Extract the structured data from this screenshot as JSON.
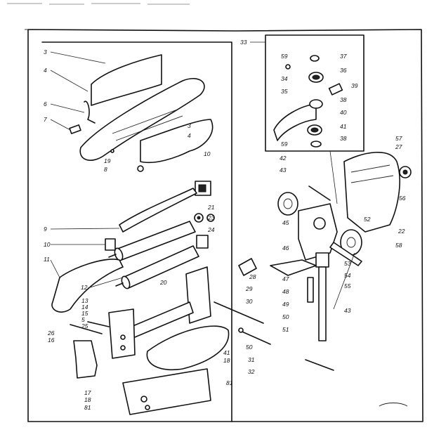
{
  "header_text": "",
  "callouts": [
    {
      "id": "c3a",
      "text": "3"
    },
    {
      "id": "c4a",
      "text": "4"
    },
    {
      "id": "c6",
      "text": "6"
    },
    {
      "id": "c7",
      "text": "7"
    },
    {
      "id": "c3b",
      "text": "3"
    },
    {
      "id": "c4b",
      "text": "4"
    },
    {
      "id": "c19",
      "text": "19"
    },
    {
      "id": "c8",
      "text": "8"
    },
    {
      "id": "c10a",
      "text": "10"
    },
    {
      "id": "c21",
      "text": "21"
    },
    {
      "id": "c23",
      "text": "23"
    },
    {
      "id": "c24",
      "text": "24"
    },
    {
      "id": "c9",
      "text": "9"
    },
    {
      "id": "c10b",
      "text": "10"
    },
    {
      "id": "c11",
      "text": "11"
    },
    {
      "id": "c12",
      "text": "12"
    },
    {
      "id": "c20",
      "text": "20"
    },
    {
      "id": "c13",
      "text": "13"
    },
    {
      "id": "c14",
      "text": "14"
    },
    {
      "id": "c15",
      "text": "15"
    },
    {
      "id": "c5",
      "text": "5"
    },
    {
      "id": "c25",
      "text": "25"
    },
    {
      "id": "c26",
      "text": "26"
    },
    {
      "id": "c16",
      "text": "16"
    },
    {
      "id": "c41",
      "text": "41"
    },
    {
      "id": "c18a",
      "text": "18"
    },
    {
      "id": "c81a",
      "text": "81"
    },
    {
      "id": "c17",
      "text": "17"
    },
    {
      "id": "c18b",
      "text": "18"
    },
    {
      "id": "c81b",
      "text": "81"
    },
    {
      "id": "c33",
      "text": "33"
    },
    {
      "id": "c59a",
      "text": "59"
    },
    {
      "id": "c37",
      "text": "37"
    },
    {
      "id": "c34",
      "text": "34"
    },
    {
      "id": "c36",
      "text": "36"
    },
    {
      "id": "c35",
      "text": "35"
    },
    {
      "id": "c39",
      "text": "39"
    },
    {
      "id": "c38a",
      "text": "38"
    },
    {
      "id": "c40",
      "text": "40"
    },
    {
      "id": "c41b",
      "text": "41"
    },
    {
      "id": "c59b",
      "text": "59"
    },
    {
      "id": "c38b",
      "text": "38"
    },
    {
      "id": "c42",
      "text": "42"
    },
    {
      "id": "c43a",
      "text": "43"
    },
    {
      "id": "c57",
      "text": "57"
    },
    {
      "id": "c27",
      "text": "27"
    },
    {
      "id": "c56",
      "text": "56"
    },
    {
      "id": "c22",
      "text": "22"
    },
    {
      "id": "c58",
      "text": "58"
    },
    {
      "id": "c45",
      "text": "45"
    },
    {
      "id": "c46",
      "text": "46"
    },
    {
      "id": "c52",
      "text": "52"
    },
    {
      "id": "c28",
      "text": "28"
    },
    {
      "id": "c53",
      "text": "53"
    },
    {
      "id": "c54",
      "text": "54"
    },
    {
      "id": "c55",
      "text": "55"
    },
    {
      "id": "c47",
      "text": "47"
    },
    {
      "id": "c48",
      "text": "48"
    },
    {
      "id": "c49",
      "text": "49"
    },
    {
      "id": "c29",
      "text": "29"
    },
    {
      "id": "c30",
      "text": "30"
    },
    {
      "id": "c50a",
      "text": "50"
    },
    {
      "id": "c50b",
      "text": "50"
    },
    {
      "id": "c51",
      "text": "51"
    },
    {
      "id": "c43b",
      "text": "43"
    },
    {
      "id": "c31",
      "text": "31"
    },
    {
      "id": "c32",
      "text": "32"
    }
  ]
}
